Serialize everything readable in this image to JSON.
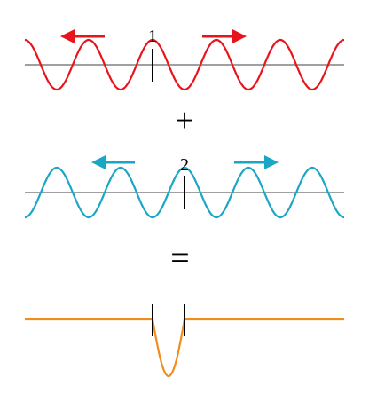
{
  "diagram": {
    "wave1": {
      "label": "1",
      "color": "#e8141c",
      "cycles": 4.7,
      "direction_arrows": [
        "left",
        "right"
      ]
    },
    "plus_symbol": "+",
    "wave2": {
      "label": "2",
      "color": "#1aa7c5",
      "cycles": 4.7,
      "direction_arrows": [
        "left",
        "right"
      ]
    },
    "equals_symbol": "=",
    "result": {
      "color": "#f28c1e",
      "shape": "single dip between the two markers"
    },
    "axis_color": "#808080",
    "marker_color": "#000000"
  }
}
